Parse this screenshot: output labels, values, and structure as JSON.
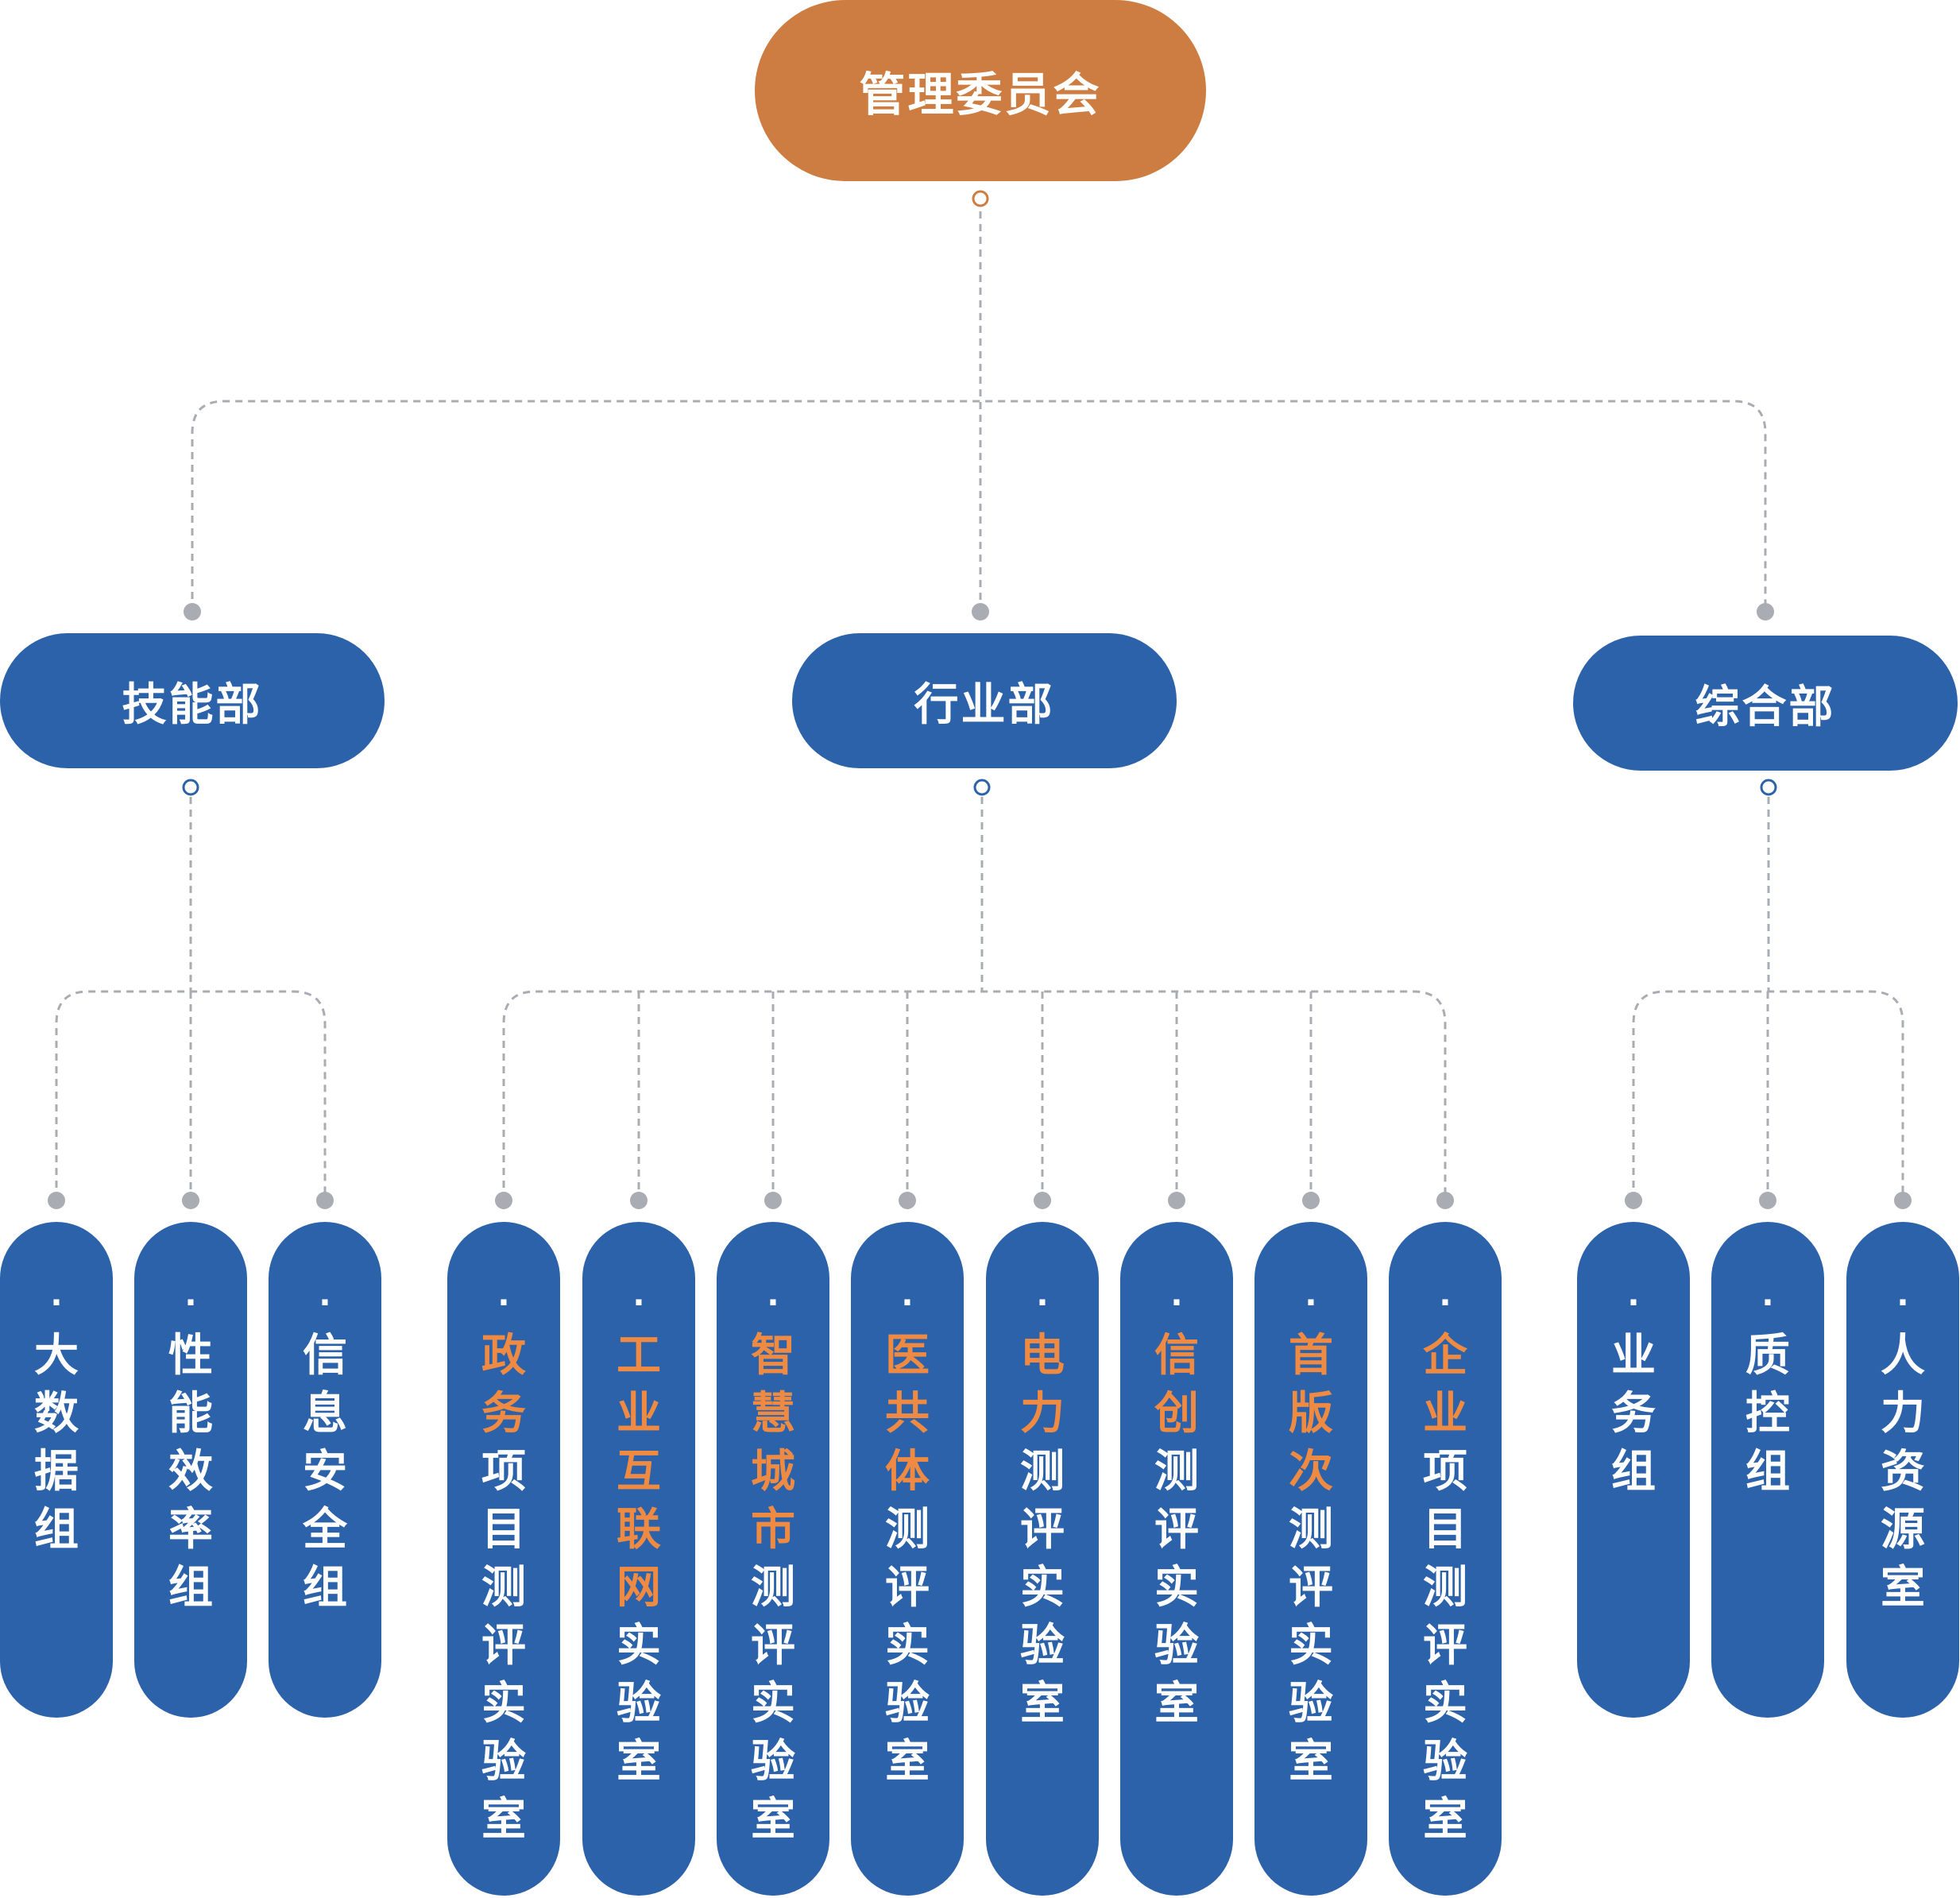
{
  "root": {
    "label": "管理委员会"
  },
  "colors": {
    "root": "#cd7d41",
    "dept": "#2c62aa",
    "highlight": "#ee8a42",
    "connector": "#a9acb2"
  },
  "departments": [
    {
      "label": "技能部",
      "units": [
        {
          "highlight": "",
          "rest": "大数据组"
        },
        {
          "highlight": "",
          "rest": "性能效率组"
        },
        {
          "highlight": "",
          "rest": "信息安全组"
        }
      ]
    },
    {
      "label": "行业部",
      "units": [
        {
          "highlight": "政务",
          "rest": "项目测评实验室"
        },
        {
          "highlight": "工业互联网",
          "rest": "实验室"
        },
        {
          "highlight": "智慧城市",
          "rest": "测评实验室"
        },
        {
          "highlight": "医共体",
          "rest": "测评实验室"
        },
        {
          "highlight": "电力",
          "rest": "测评实验室"
        },
        {
          "highlight": "信创",
          "rest": "测评实验室"
        },
        {
          "highlight": "首版次",
          "rest": "测评实验室"
        },
        {
          "highlight": "企业",
          "rest": "项目测评实验室"
        }
      ]
    },
    {
      "label": "综合部",
      "units": [
        {
          "highlight": "",
          "rest": "业务组"
        },
        {
          "highlight": "",
          "rest": "质控组"
        },
        {
          "highlight": "",
          "rest": "人力资源室"
        }
      ]
    }
  ]
}
